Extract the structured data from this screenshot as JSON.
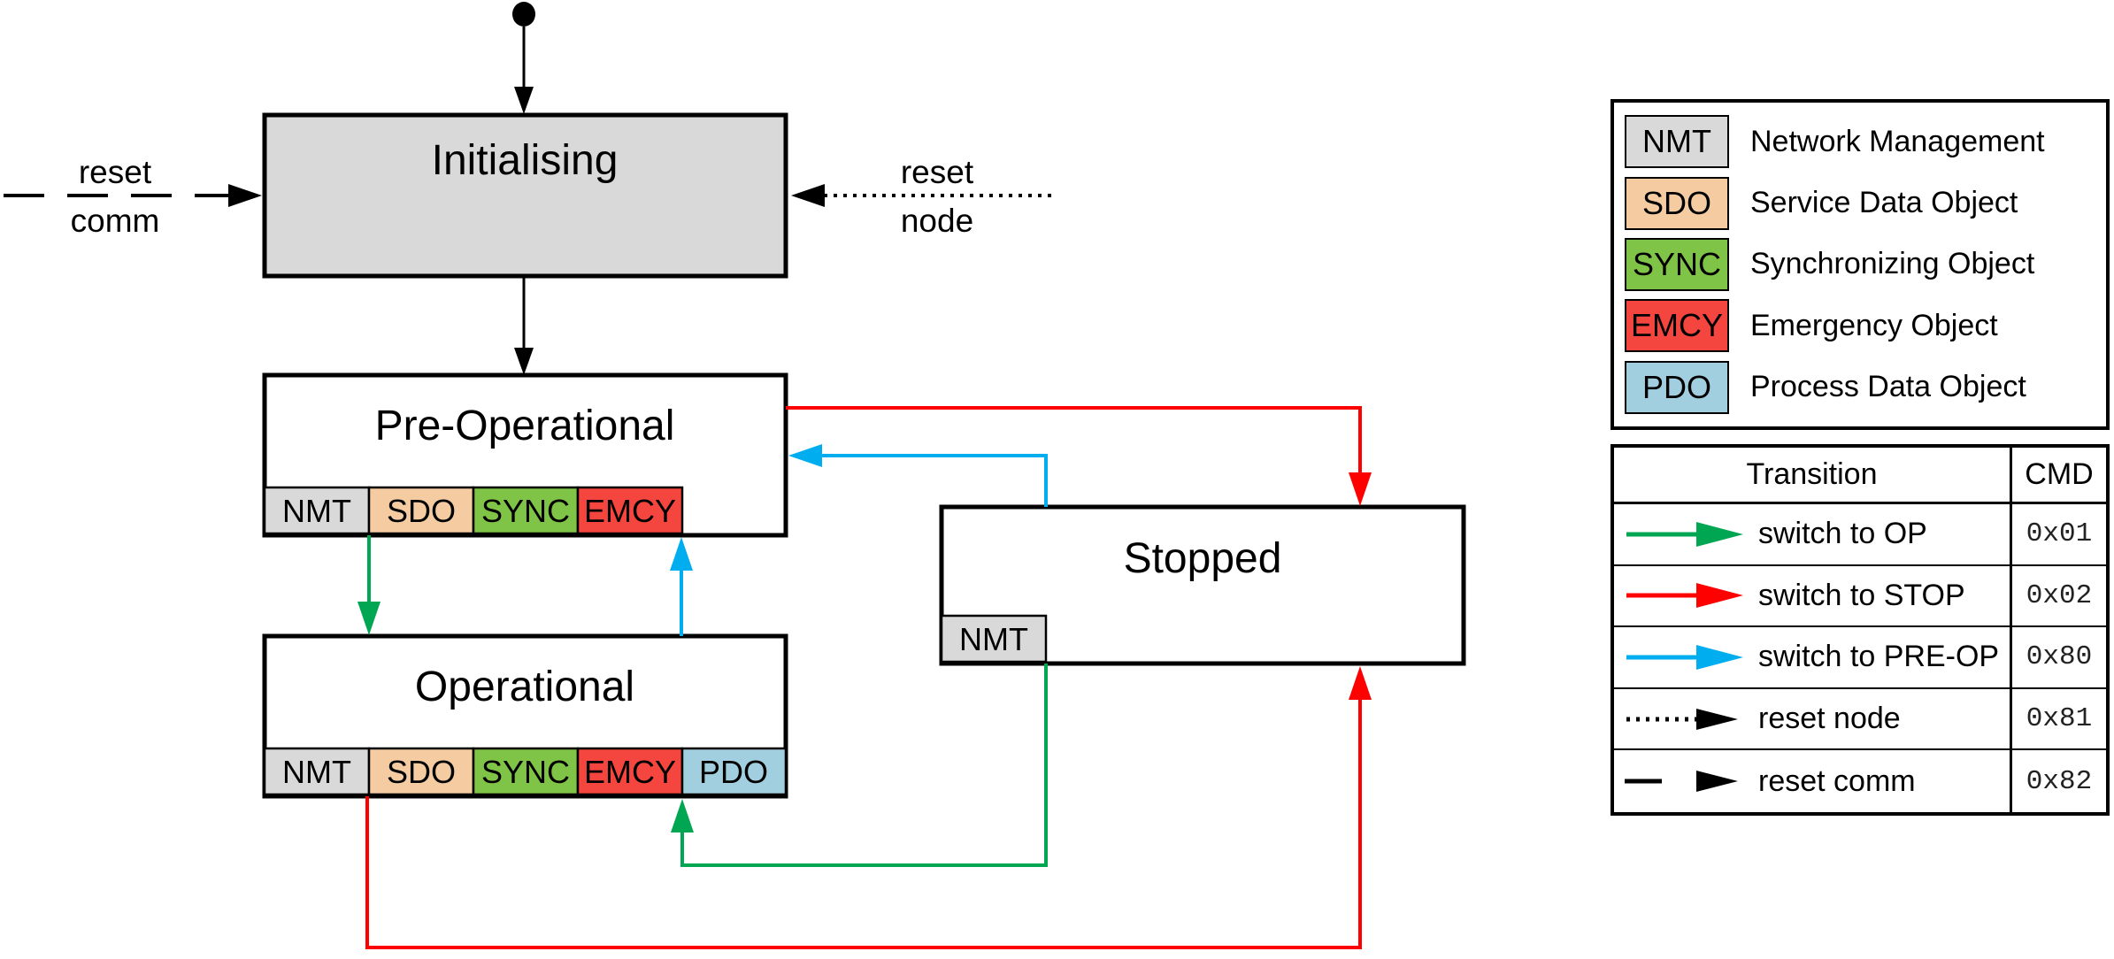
{
  "colors": {
    "state_gray": "#d9d9d9",
    "state_white": "#ffffff",
    "tab_nmt": "#d9d9d9",
    "tab_sdo": "#f5cba2",
    "tab_sync": "#7fc347",
    "tab_emcy": "#f4453f",
    "tab_pdo": "#a2cfdf",
    "arrow_green": "#00a651",
    "arrow_red": "#fe0000",
    "arrow_blue": "#00aeef",
    "arrow_black": "#000000"
  },
  "diagram": {
    "states": {
      "initialising": {
        "label": "Initialising"
      },
      "pre_operational": {
        "label": "Pre-Operational",
        "tabs": [
          "NMT",
          "SDO",
          "SYNC",
          "EMCY"
        ]
      },
      "operational": {
        "label": "Operational",
        "tabs": [
          "NMT",
          "SDO",
          "SYNC",
          "EMCY",
          "PDO"
        ]
      },
      "stopped": {
        "label": "Stopped",
        "tabs": [
          "NMT"
        ]
      }
    },
    "edge_labels": {
      "reset_comm": {
        "line1": "reset",
        "line2": "comm"
      },
      "reset_node": {
        "line1": "reset",
        "line2": "node"
      }
    }
  },
  "legend": {
    "items": [
      {
        "tag": "NMT",
        "description": "Network Management",
        "color": "#d9d9d9"
      },
      {
        "tag": "SDO",
        "description": "Service Data Object",
        "color": "#f5cba2"
      },
      {
        "tag": "SYNC",
        "description": "Synchronizing Object",
        "color": "#7fc347"
      },
      {
        "tag": "EMCY",
        "description": "Emergency Object",
        "color": "#f4453f"
      },
      {
        "tag": "PDO",
        "description": "Process Data Object",
        "color": "#a2cfdf"
      }
    ]
  },
  "transition_table": {
    "header": {
      "transition": "Transition",
      "cmd": "CMD"
    },
    "rows": [
      {
        "label": "switch to OP",
        "cmd": "0x01",
        "arrow_style": "solid",
        "arrow_color": "#00a651"
      },
      {
        "label": "switch to STOP",
        "cmd": "0x02",
        "arrow_style": "solid",
        "arrow_color": "#fe0000"
      },
      {
        "label": "switch to PRE-OP",
        "cmd": "0x80",
        "arrow_style": "solid",
        "arrow_color": "#00aeef"
      },
      {
        "label": "reset node",
        "cmd": "0x81",
        "arrow_style": "dotted",
        "arrow_color": "#000000"
      },
      {
        "label": "reset comm",
        "cmd": "0x82",
        "arrow_style": "dashed",
        "arrow_color": "#000000"
      }
    ]
  }
}
